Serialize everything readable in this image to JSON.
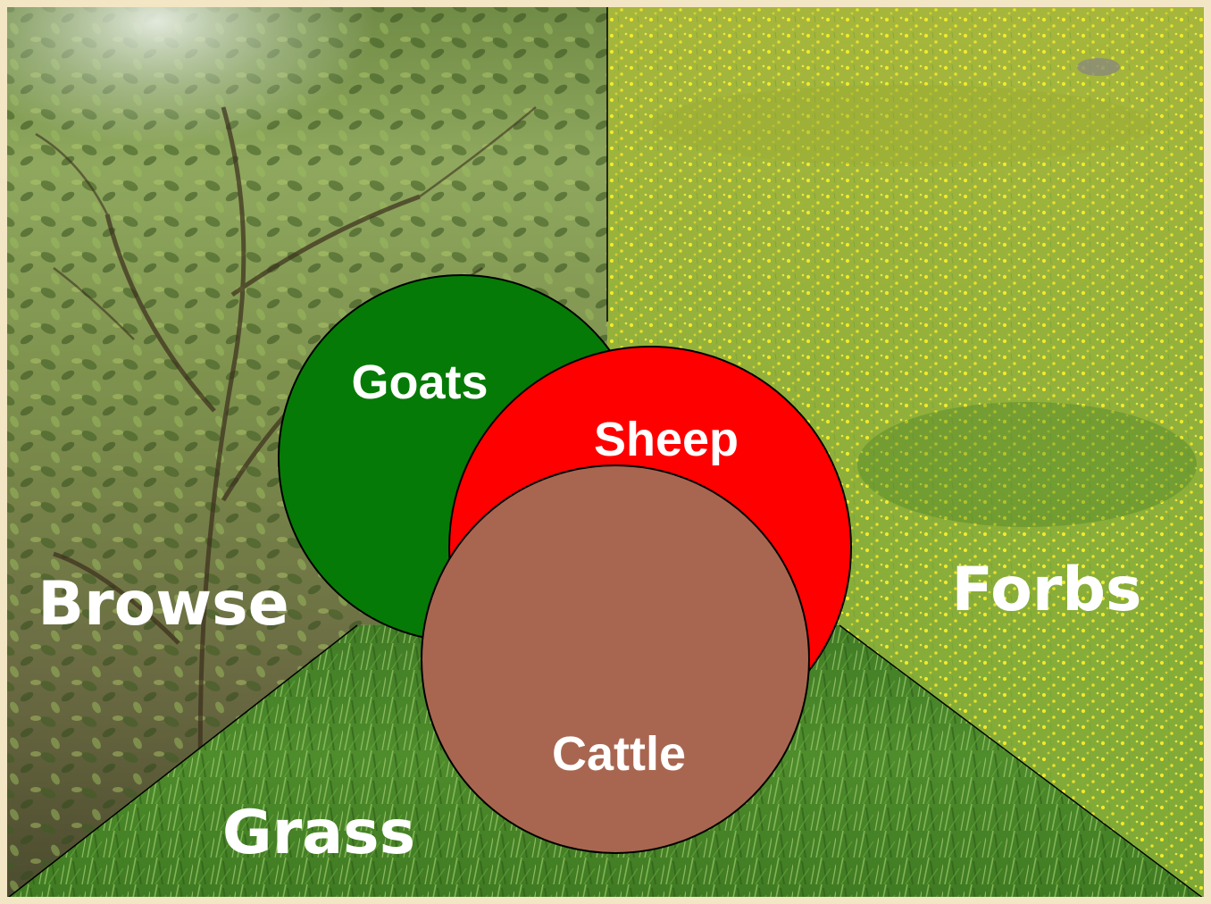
{
  "regions": {
    "browse": {
      "label": "Browse"
    },
    "forbs": {
      "label": "Forbs"
    },
    "grass": {
      "label": "Grass"
    }
  },
  "animals": {
    "goats": {
      "label": "Goats",
      "color": "#067a06"
    },
    "sheep": {
      "label": "Sheep",
      "color": "#ff0000"
    },
    "cattle": {
      "label": "Cattle",
      "color": "#a86650"
    }
  },
  "colors": {
    "frame": "#f3e6c4"
  }
}
